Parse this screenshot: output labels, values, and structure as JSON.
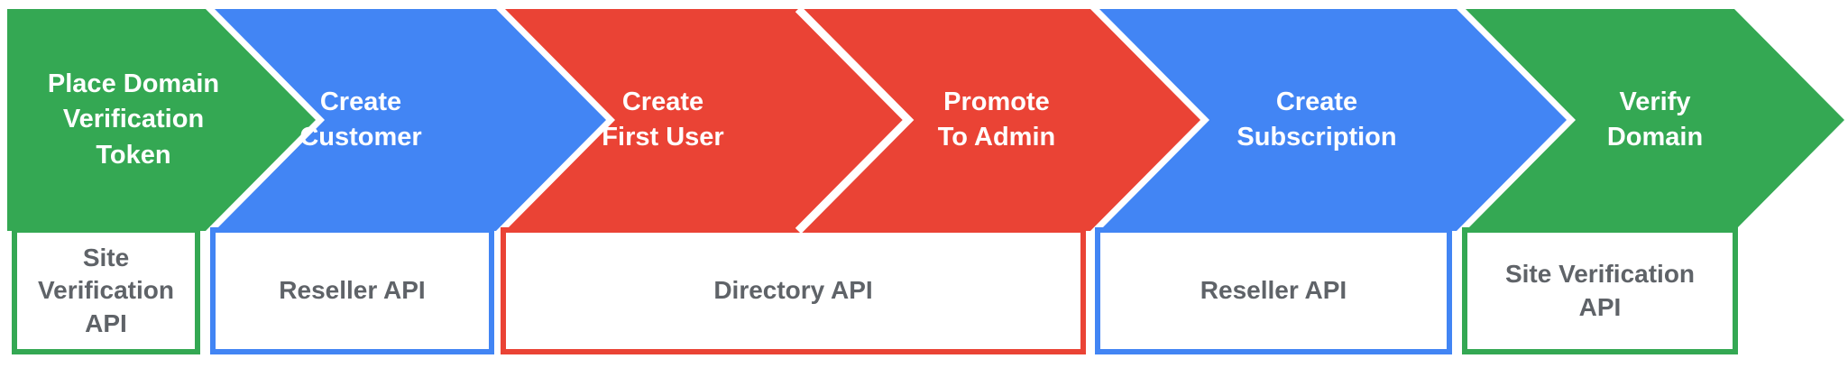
{
  "colors": {
    "green": "#34A853",
    "blue": "#4285F4",
    "red": "#EA4335",
    "divider": "#FFFFFF",
    "step_title_text": "#FFFFFF",
    "api_label_text": "#5F6368",
    "background": "#FFFFFF"
  },
  "steps": [
    {
      "title": "Place Domain\nVerification\nToken",
      "color": "green"
    },
    {
      "title": "Create\nCustomer",
      "color": "blue"
    },
    {
      "title": "Create\nFirst User",
      "color": "red"
    },
    {
      "title": "Promote\nTo Admin",
      "color": "red"
    },
    {
      "title": "Create\nSubscription",
      "color": "blue"
    },
    {
      "title": "Verify\nDomain",
      "color": "green"
    }
  ],
  "api_boxes": [
    {
      "label": "Site\nVerification\nAPI",
      "color": "green"
    },
    {
      "label": "Reseller API",
      "color": "blue"
    },
    {
      "label": "Directory API",
      "color": "red"
    },
    {
      "label": "Reseller API",
      "color": "blue"
    },
    {
      "label": "Site Verification\nAPI",
      "color": "green"
    }
  ]
}
